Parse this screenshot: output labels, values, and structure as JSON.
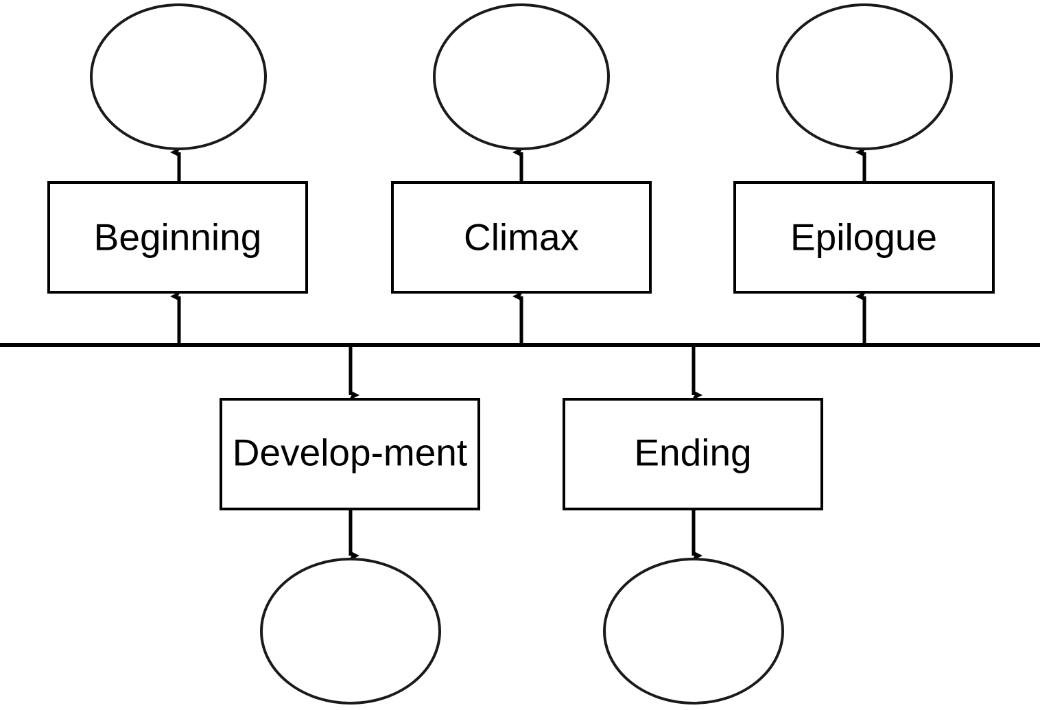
{
  "diagram": {
    "type": "story-structure-flow",
    "background_color": "#ffffff",
    "stroke_color": "#000000",
    "label_color": "#000000",
    "timeline": {
      "name": "timeline-axis",
      "orientation": "horizontal"
    },
    "above_axis_nodes": [
      {
        "id": "beginning",
        "label": "Beginning",
        "shape": "rectangle",
        "circle_name": "beginning-circle"
      },
      {
        "id": "climax",
        "label": "Climax",
        "shape": "rectangle",
        "circle_name": "climax-circle"
      },
      {
        "id": "epilogue",
        "label": "Epilogue",
        "shape": "rectangle",
        "circle_name": "epilogue-circle"
      }
    ],
    "below_axis_nodes": [
      {
        "id": "development",
        "label": "Develop-ment",
        "shape": "rectangle",
        "circle_name": "development-circle"
      },
      {
        "id": "ending",
        "label": "Ending",
        "shape": "rectangle",
        "circle_name": "ending-circle"
      }
    ],
    "circles": [
      {
        "id": "beginning-circle",
        "label": ""
      },
      {
        "id": "climax-circle",
        "label": ""
      },
      {
        "id": "epilogue-circle",
        "label": ""
      },
      {
        "id": "development-circle",
        "label": ""
      },
      {
        "id": "ending-circle",
        "label": ""
      }
    ],
    "edges": [
      {
        "from": "timeline",
        "to": "beginning",
        "direction": "up"
      },
      {
        "from": "beginning",
        "to": "beginning-circle",
        "direction": "up"
      },
      {
        "from": "timeline",
        "to": "climax",
        "direction": "up"
      },
      {
        "from": "climax",
        "to": "climax-circle",
        "direction": "up"
      },
      {
        "from": "timeline",
        "to": "epilogue",
        "direction": "up"
      },
      {
        "from": "epilogue",
        "to": "epilogue-circle",
        "direction": "up"
      },
      {
        "from": "timeline",
        "to": "development",
        "direction": "down"
      },
      {
        "from": "development",
        "to": "development-circle",
        "direction": "down"
      },
      {
        "from": "timeline",
        "to": "ending",
        "direction": "down"
      },
      {
        "from": "ending",
        "to": "ending-circle",
        "direction": "down"
      }
    ]
  }
}
